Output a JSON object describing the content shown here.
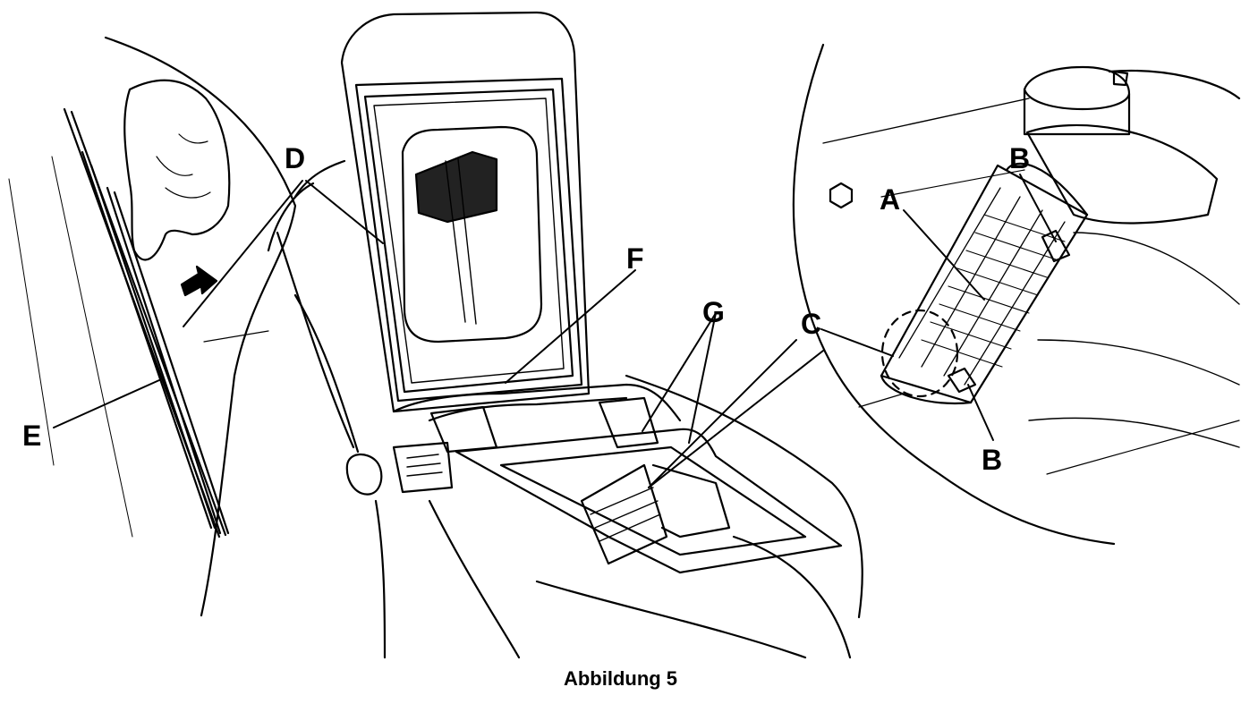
{
  "figure": {
    "caption": "Abbildung 5",
    "callouts": {
      "A": "A",
      "B": "B",
      "C": "C",
      "D": "D",
      "E": "E",
      "F": "F",
      "G": "G"
    }
  },
  "colors": {
    "line": "#000000",
    "background": "#ffffff"
  }
}
